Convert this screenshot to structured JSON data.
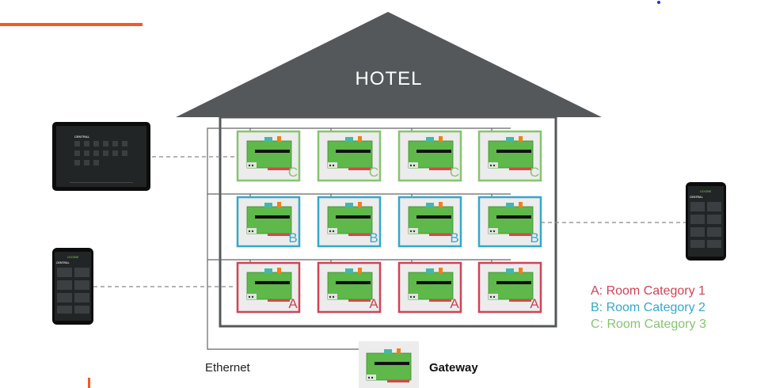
{
  "hotel": {
    "title": "HOTEL",
    "roof_color": "#54585b",
    "wall_color": "#54585b"
  },
  "rooms": {
    "rows": [
      {
        "category": "C",
        "letter": "C",
        "color": "#86c46f"
      },
      {
        "category": "B",
        "letter": "B",
        "color": "#35a8c8"
      },
      {
        "category": "A",
        "letter": "A",
        "color": "#cf4356"
      }
    ],
    "columns": 4
  },
  "legend": [
    {
      "text": "A: Room Category 1",
      "color": "#cf4356"
    },
    {
      "text": "B: Room Category 2",
      "color": "#35a8c8"
    },
    {
      "text": "C: Room Category 3",
      "color": "#86c46f"
    }
  ],
  "network": {
    "ethernet_label": "Ethernet",
    "gateway_label": "Gateway"
  },
  "devices": {
    "tablet": {
      "icon": "tablet-icon",
      "screen_title": "CENTRAL"
    },
    "phone_left": {
      "icon": "smartphone-icon",
      "brand": "LOXONE",
      "screen_title": "CENTRAL"
    },
    "phone_right": {
      "icon": "smartphone-icon",
      "brand": "LOXONE",
      "screen_title": "CENTRAL"
    }
  },
  "colors": {
    "accent_orange": "#f25a22",
    "board_green": "#5fb84a",
    "dot_blue": "#2b2bd6"
  }
}
